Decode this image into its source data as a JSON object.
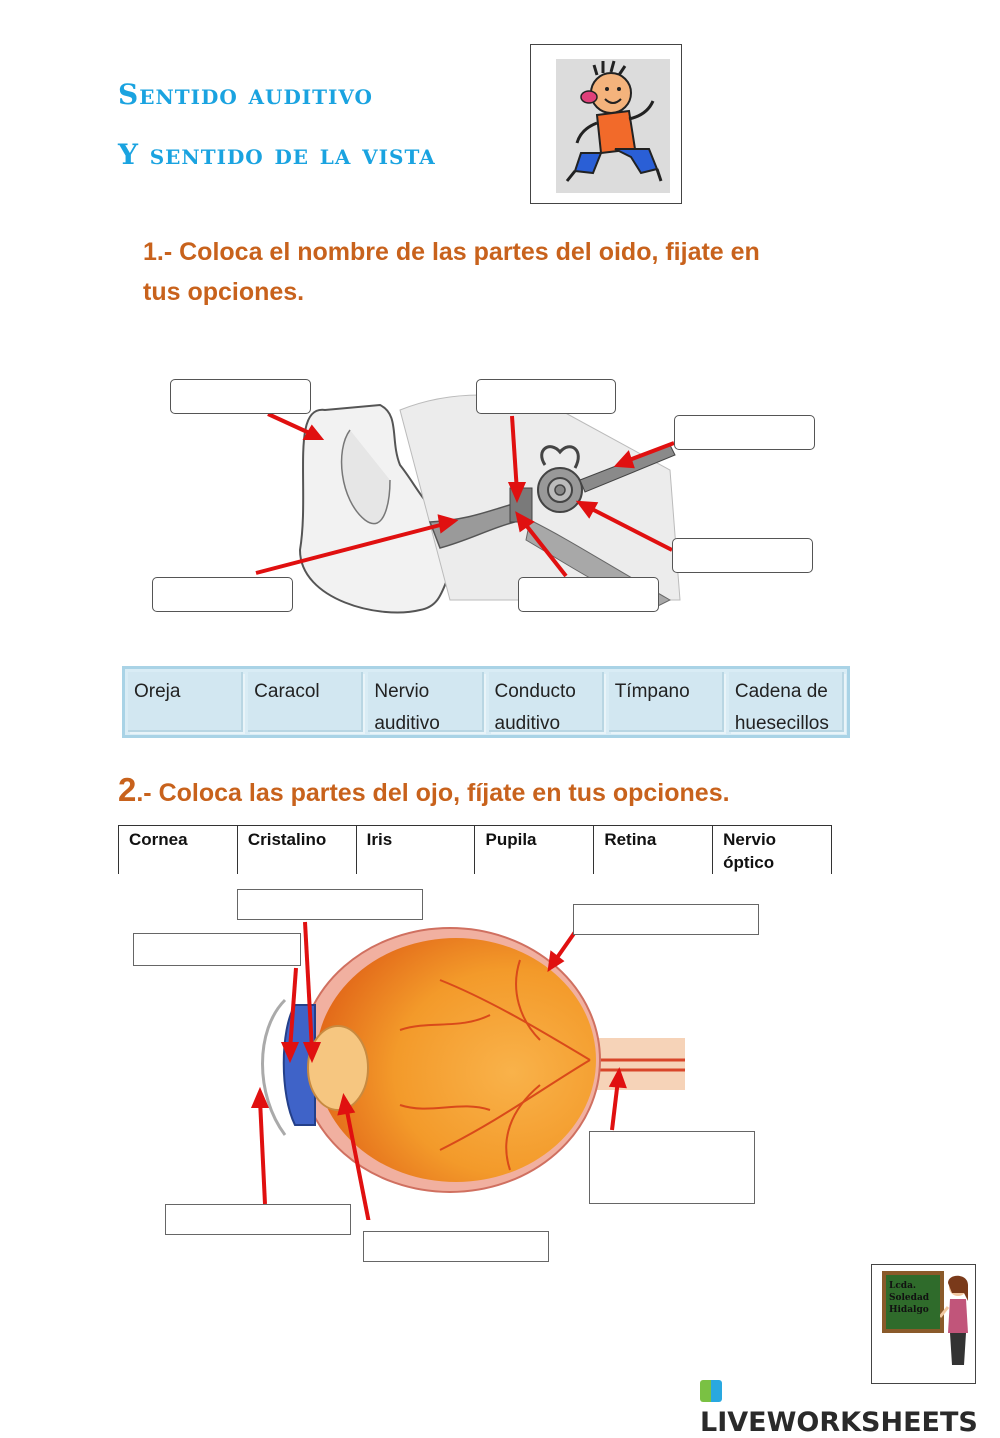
{
  "header": {
    "title_line1": "Sentido auditivo",
    "title_line2": "Y sentido de la vista"
  },
  "section1": {
    "instruction_line1": "1.- Coloca el nombre de las partes del oido, fijate en",
    "instruction_line2": "tus opciones.",
    "options": [
      "Oreja",
      "Caracol",
      "Nervio auditivo",
      "Conducto auditivo",
      "Tímpano",
      "Cadena de huesecillos"
    ]
  },
  "section2": {
    "number": "2",
    "instruction": ".- Coloca las partes del ojo, fíjate en tus opciones.",
    "options": [
      "Cornea",
      "Cristalino",
      "Iris",
      "Pupila",
      "Retina",
      "Nervio óptico"
    ]
  },
  "badge": {
    "lines": [
      "Lcda.",
      "Soledad",
      "Hidalgo"
    ]
  },
  "footer": {
    "brand": "LIVEWORKSHEETS"
  },
  "colors": {
    "title": "#1aa3e0",
    "instruction": "#c8621c",
    "arrow": "#e01010"
  }
}
